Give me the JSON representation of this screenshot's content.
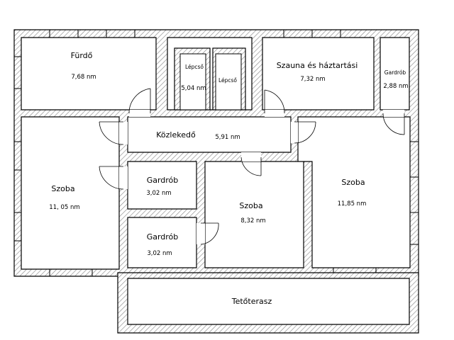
{
  "rooms": {
    "furdo": {
      "name": "Fürdő",
      "area": "7,68 nm"
    },
    "stair_left": {
      "name": "Lépcső",
      "area": "5,04 nm"
    },
    "stair_right": {
      "name": "Lépcső"
    },
    "szauna": {
      "name": "Szauna és háztartási",
      "area": "7,32 nm"
    },
    "gardrob_small": {
      "name": "Gardrób",
      "area": "2,88 nm"
    },
    "kozlekedo": {
      "name": "Közlekedő",
      "area": "5,91 nm"
    },
    "szoba_left": {
      "name": "Szoba",
      "area": "11, 05 nm"
    },
    "gardrob_upper": {
      "name": "Gardrób",
      "area": "3,02 nm"
    },
    "gardrob_lower": {
      "name": "Gardrób",
      "area": "3,02 nm"
    },
    "szoba_middle": {
      "name": "Szoba",
      "area": "8,32 nm"
    },
    "szoba_right": {
      "name": "Szoba",
      "area": "11,85 nm"
    },
    "teto": {
      "name": "Tetőterasz"
    }
  },
  "colors": {
    "wall": "#000000",
    "hatch": "#8a8a8a",
    "floor": "#ffffff"
  }
}
